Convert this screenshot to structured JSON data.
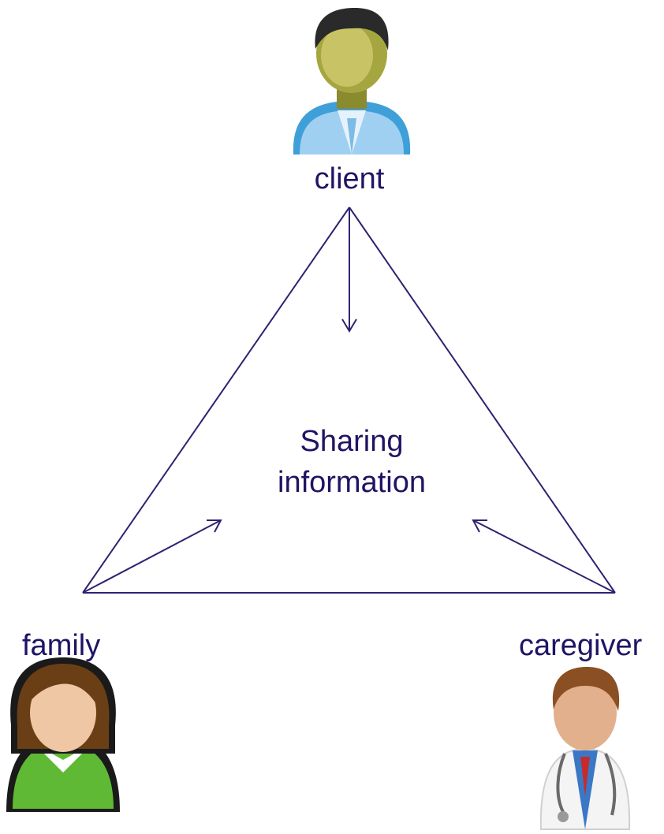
{
  "nodes": {
    "client": {
      "label": "client",
      "icon": "male-user-icon"
    },
    "family": {
      "label": "family",
      "icon": "female-user-icon"
    },
    "caregiver": {
      "label": "caregiver",
      "icon": "doctor-icon"
    }
  },
  "center": {
    "line1": "Sharing",
    "line2": "information"
  },
  "colors": {
    "stroke": "#2c2372",
    "text": "#1f1464"
  }
}
